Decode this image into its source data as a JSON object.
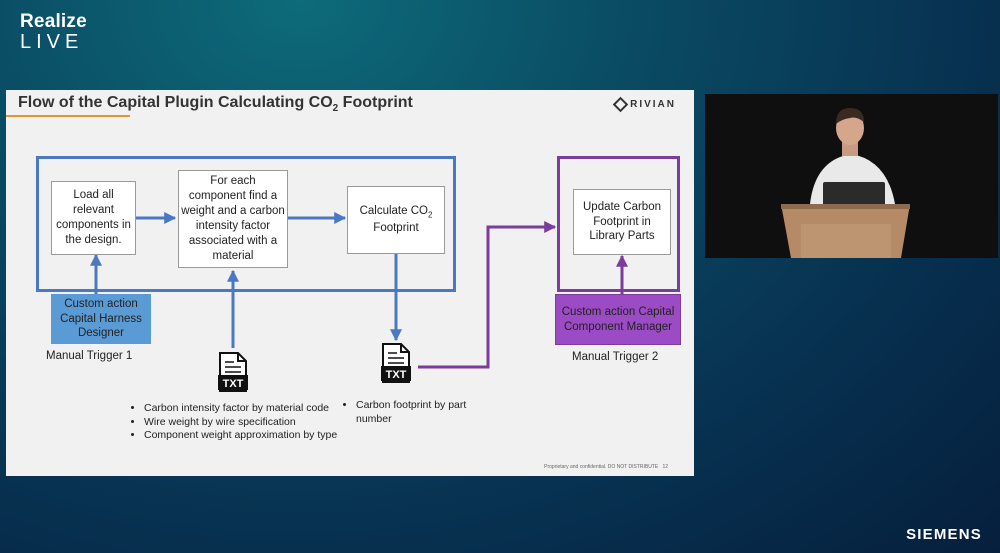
{
  "brand": {
    "line1": "Realize",
    "line2": "LIVE"
  },
  "footer": {
    "logo": "SIEMENS"
  },
  "slide": {
    "title_prefix": "Flow of the Capital Plugin Calculating CO",
    "title_sub": "2",
    "title_suffix": " Footprint",
    "logo": "RIVIAN",
    "boxes": {
      "load": "Load all relevant components in the design.",
      "foreach": "For each component find a weight and a carbon intensity factor associated with a material",
      "calc_prefix": "Calculate CO",
      "calc_sub": "2",
      "calc_suffix": " Footprint",
      "update": "Update Carbon Footprint in Library Parts"
    },
    "actions": {
      "harness": "Custom action Capital Harness Designer",
      "component": "Custom action Capital Component Manager"
    },
    "triggers": {
      "t1": "Manual Trigger 1",
      "t2": "Manual Trigger 2"
    },
    "txt_label": "TXT",
    "bullets_left": [
      "Carbon intensity factor by material code",
      "Wire weight by wire specification",
      "Component weight approximation by type"
    ],
    "bullets_right": [
      "Carbon footprint by part number"
    ],
    "footnote": "Proprietary and confidential. DO NOT DISTRIBUTE",
    "page_number": "12"
  },
  "colors": {
    "blue": "#4a78c2",
    "purple": "#7b3c9e",
    "harness_action": "#5b9bd5",
    "component_action": "#9b4bc4",
    "underline": "#e4962e"
  }
}
